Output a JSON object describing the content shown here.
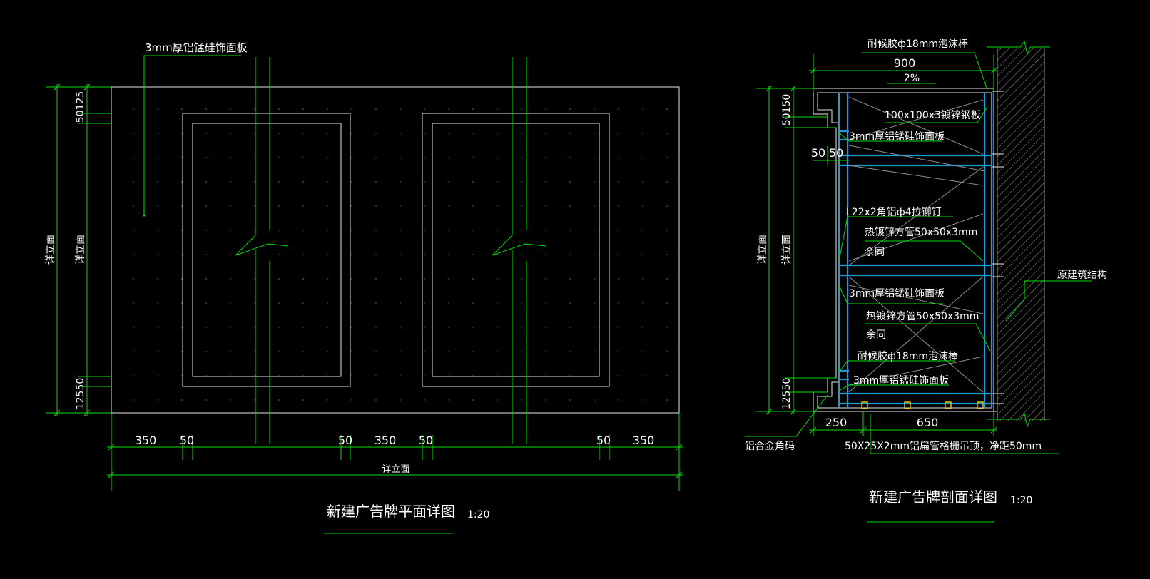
{
  "colors": {
    "background": "#000000",
    "dimension": "#00e000",
    "outline": "#ffffff",
    "steel": "#1e9bd7",
    "fastener": "#e0c000"
  },
  "plan": {
    "title": "新建广告牌平面详图",
    "scale": "1:20",
    "label_panel": "3mm厚铝锰硅饰面板",
    "dim_bottom": [
      "350",
      "50",
      "50",
      "350",
      "50",
      "50",
      "350"
    ],
    "dim_overall": "详立面",
    "dim_left_outer": "详立面",
    "dim_left_inner": "详立面",
    "dim_left_top": "50125",
    "dim_left_bottom": "12550"
  },
  "section": {
    "title": "新建广告牌剖面详图",
    "scale": "1:20",
    "dim_top": "900",
    "slope": "2%",
    "dim_left_outer": "详立面",
    "dim_left_inner": "详立面",
    "dim_left_top": "50150",
    "dim_left_bottom": "12550",
    "dim_side_a": "50",
    "dim_side_b": "50",
    "dim_bottom_a": "250",
    "dim_bottom_b": "650",
    "labels": {
      "sealant_top": "耐候胶ф18mm泡沫棒",
      "steel_plate": "100x100x3镀锌钢板",
      "panel_top": "3mm厚铝锰硅饰面板",
      "angle": "L22x2角铝ф4拉铆钉",
      "tube_1": "热镀锌方管50x50x3mm",
      "same_1": "余同",
      "panel_mid": "3mm厚铝锰硅饰面板",
      "tube_2": "热镀锌方管50x50x3mm",
      "same_2": "余同",
      "sealant_bottom": "耐候胶ф18mm泡沫棒",
      "panel_bottom": "3mm厚铝锰硅饰面板",
      "structure": "原建筑结构",
      "corner": "铝合金角码",
      "ceiling": "50X25X2mm铝扁管格栅吊顶，净距50mm"
    }
  }
}
